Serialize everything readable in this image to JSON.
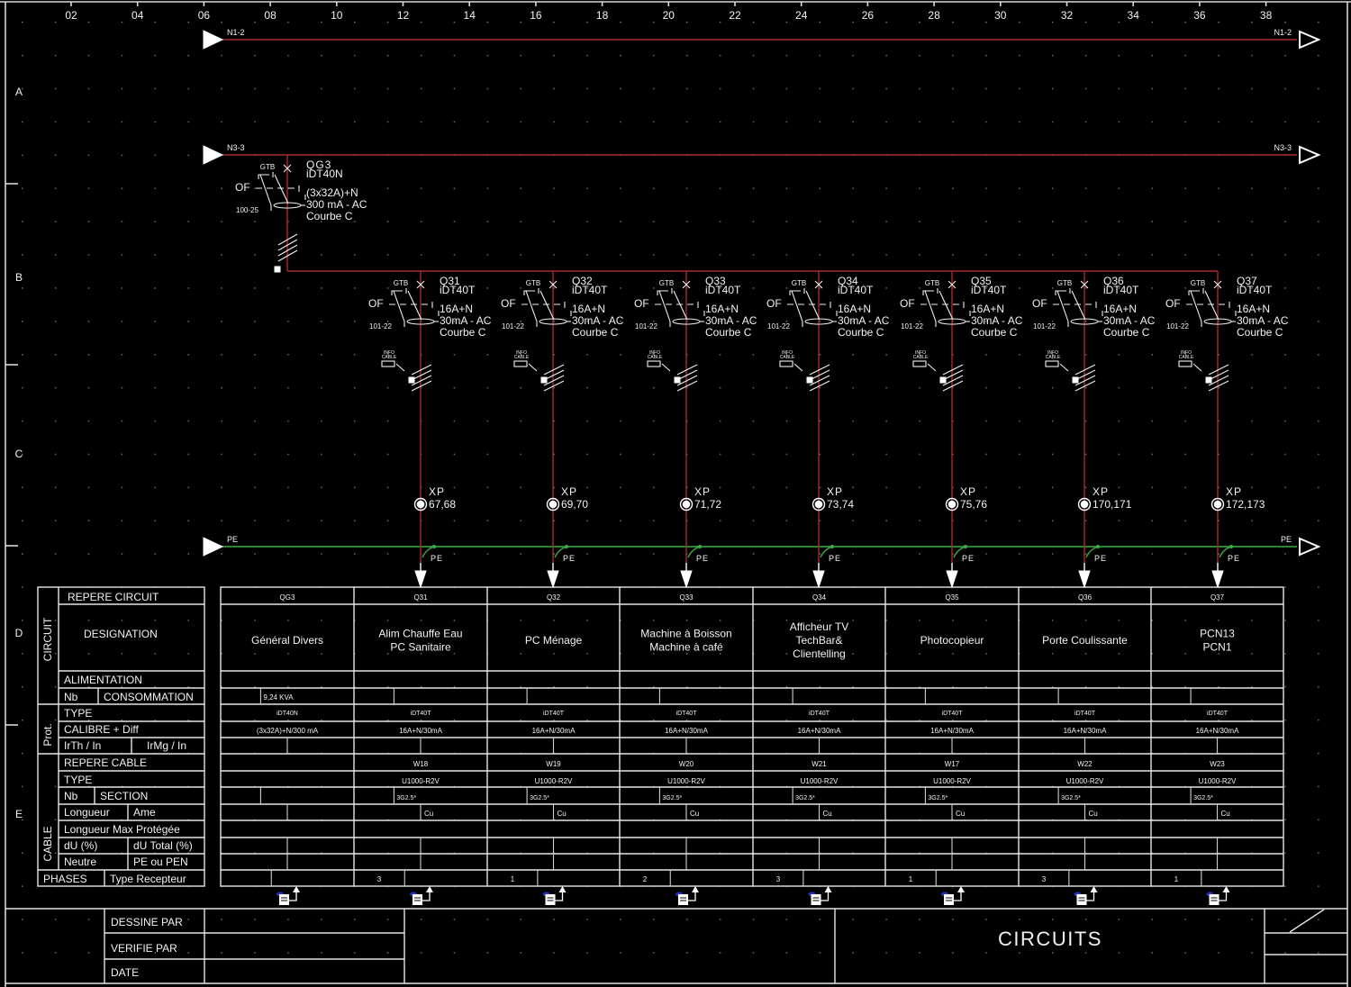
{
  "sheet": {
    "title": "CIRCUITS",
    "column_labels": [
      "02",
      "04",
      "06",
      "08",
      "10",
      "12",
      "14",
      "16",
      "18",
      "20",
      "22",
      "24",
      "26",
      "28",
      "30",
      "32",
      "34",
      "36",
      "38"
    ],
    "row_labels": [
      "A",
      "B",
      "C",
      "D",
      "E"
    ]
  },
  "buses": [
    {
      "name": "N1-2",
      "left_label": "N1-2",
      "right_label": "N1-2",
      "color": "#a52a2a"
    },
    {
      "name": "N3-3",
      "left_label": "N3-3",
      "right_label": "N3-3",
      "color": "#a52a2a"
    },
    {
      "name": "PE",
      "left_label": "PE",
      "right_label": "PE",
      "color": "#3cb043"
    }
  ],
  "main_breaker": {
    "ref": "QG3",
    "model": "iDT40N",
    "rating": "(3x32A)+N",
    "diff": "300 mA - AC",
    "curve": "Courbe C",
    "aux": "GTB",
    "of": "OF",
    "contact_ref": "100-25"
  },
  "breakers": [
    {
      "ref": "Q31",
      "model": "iDT40T",
      "rating": "16A+N",
      "diff": "30mA - AC",
      "curve": "Courbe C",
      "aux": "GTB",
      "of": "OF",
      "contact_ref": "101-22",
      "info": "INFO CABLE",
      "terminal": "XP",
      "terminal_nums": "67,68",
      "pe": "PE"
    },
    {
      "ref": "Q32",
      "model": "iDT40T",
      "rating": "16A+N",
      "diff": "30mA - AC",
      "curve": "Courbe C",
      "aux": "GTB",
      "of": "OF",
      "contact_ref": "101-22",
      "info": "INFO CABLE",
      "terminal": "XP",
      "terminal_nums": "69,70",
      "pe": "PE"
    },
    {
      "ref": "Q33",
      "model": "iDT40T",
      "rating": "16A+N",
      "diff": "30mA - AC",
      "curve": "Courbe C",
      "aux": "GTB",
      "of": "OF",
      "contact_ref": "101-22",
      "info": "INFO CABLE",
      "terminal": "XP",
      "terminal_nums": "71,72",
      "pe": "PE"
    },
    {
      "ref": "Q34",
      "model": "iDT40T",
      "rating": "16A+N",
      "diff": "30mA - AC",
      "curve": "Courbe C",
      "aux": "GTB",
      "of": "OF",
      "contact_ref": "101-22",
      "info": "INFO CABLE",
      "terminal": "XP",
      "terminal_nums": "73,74",
      "pe": "PE"
    },
    {
      "ref": "Q35",
      "model": "iDT40T",
      "rating": "16A+N",
      "diff": "30mA - AC",
      "curve": "Courbe C",
      "aux": "GTB",
      "of": "OF",
      "contact_ref": "101-22",
      "info": "INFO CABLE",
      "terminal": "XP",
      "terminal_nums": "75,76",
      "pe": "PE"
    },
    {
      "ref": "Q36",
      "model": "iDT40T",
      "rating": "16A+N",
      "diff": "30mA - AC",
      "curve": "Courbe C",
      "aux": "GTB",
      "of": "OF",
      "contact_ref": "101-22",
      "info": "INFO CABLE",
      "terminal": "XP",
      "terminal_nums": "170,171",
      "pe": "PE"
    },
    {
      "ref": "Q37",
      "model": "iDT40T",
      "rating": "16A+N",
      "diff": "30mA - AC",
      "curve": "Courbe C",
      "aux": "GTB",
      "of": "OF",
      "contact_ref": "101-22",
      "info": "INFO CABLE",
      "terminal": "XP",
      "terminal_nums": "172,173",
      "pe": "PE"
    }
  ],
  "legend": {
    "group_circuit": "CIRCUIT",
    "group_prot": "Prot.",
    "group_cable": "CABLE",
    "repere_circuit": "REPERE CIRCUIT",
    "designation": "DESIGNATION",
    "alimentation": "ALIMENTATION",
    "nb": "Nb",
    "consommation": "CONSOMMATION",
    "type": "TYPE",
    "calibre": "CALIBRE + Diff",
    "irth": "IrTh / In",
    "irmg": "IrMg / In",
    "repere_cable": "REPERE CABLE",
    "cable_type": "TYPE",
    "cable_nb": "Nb",
    "section": "SECTION",
    "longueur": "Longueur",
    "ame": "Ame",
    "longueur_max": "Longueur Max Protégée",
    "du": "dU (%)",
    "du_total": "dU Total (%)",
    "neutre": "Neutre",
    "pe_pen": "PE ou PEN",
    "phases": "PHASES",
    "type_recepteur": "Type Recepteur"
  },
  "table_columns": [
    {
      "repere": "QG3",
      "designation": [
        "Général Divers"
      ],
      "consommation": "9,24 KVA",
      "type": "iDT40N",
      "calibre": "(3x32A)+N/300 mA",
      "cable": "",
      "cable_type": "",
      "section": "",
      "ame": "",
      "phase": ""
    },
    {
      "repere": "Q31",
      "designation": [
        "Alim Chauffe Eau",
        "PC Sanitaire"
      ],
      "consommation": "",
      "type": "iDT40T",
      "calibre": "16A+N/30mA",
      "cable": "W18",
      "cable_type": "U1000-R2V",
      "section": "3G2.5*",
      "ame": "Cu",
      "phase": "3"
    },
    {
      "repere": "Q32",
      "designation": [
        "PC Ménage"
      ],
      "consommation": "",
      "type": "iDT40T",
      "calibre": "16A+N/30mA",
      "cable": "W19",
      "cable_type": "U1000-R2V",
      "section": "3G2.5*",
      "ame": "Cu",
      "phase": "1"
    },
    {
      "repere": "Q33",
      "designation": [
        "Machine à Boisson",
        "Machine à café"
      ],
      "consommation": "",
      "type": "iDT40T",
      "calibre": "16A+N/30mA",
      "cable": "W20",
      "cable_type": "U1000-R2V",
      "section": "3G2.5*",
      "ame": "Cu",
      "phase": "2"
    },
    {
      "repere": "Q34",
      "designation": [
        "Afficheur TV",
        "TechBar&",
        "Clientelling"
      ],
      "consommation": "",
      "type": "iDT40T",
      "calibre": "16A+N/30mA",
      "cable": "W21",
      "cable_type": "U1000-R2V",
      "section": "3G2.5*",
      "ame": "Cu",
      "phase": "3"
    },
    {
      "repere": "Q35",
      "designation": [
        "Photocopieur"
      ],
      "consommation": "",
      "type": "iDT40T",
      "calibre": "16A+N/30mA",
      "cable": "W17",
      "cable_type": "U1000-R2V",
      "section": "3G2.5*",
      "ame": "Cu",
      "phase": "1"
    },
    {
      "repere": "Q36",
      "designation": [
        "Porte Coulissante"
      ],
      "consommation": "",
      "type": "iDT40T",
      "calibre": "16A+N/30mA",
      "cable": "W22",
      "cable_type": "U1000-R2V",
      "section": "3G2.5*",
      "ame": "Cu",
      "phase": "3"
    },
    {
      "repere": "Q37",
      "designation": [
        "PCN13",
        "PCN1"
      ],
      "consommation": "",
      "type": "iDT40T",
      "calibre": "16A+N/30mA",
      "cable": "W23",
      "cable_type": "U1000-R2V",
      "section": "3G2.5*",
      "ame": "Cu",
      "phase": "1"
    }
  ],
  "icons": {
    "report_icon": "report-export-icon"
  },
  "title_block": {
    "dessine_par": "DESSINE PAR",
    "verifie_par": "VERIFIE PAR",
    "date": "DATE",
    "title": "CIRCUITS"
  }
}
